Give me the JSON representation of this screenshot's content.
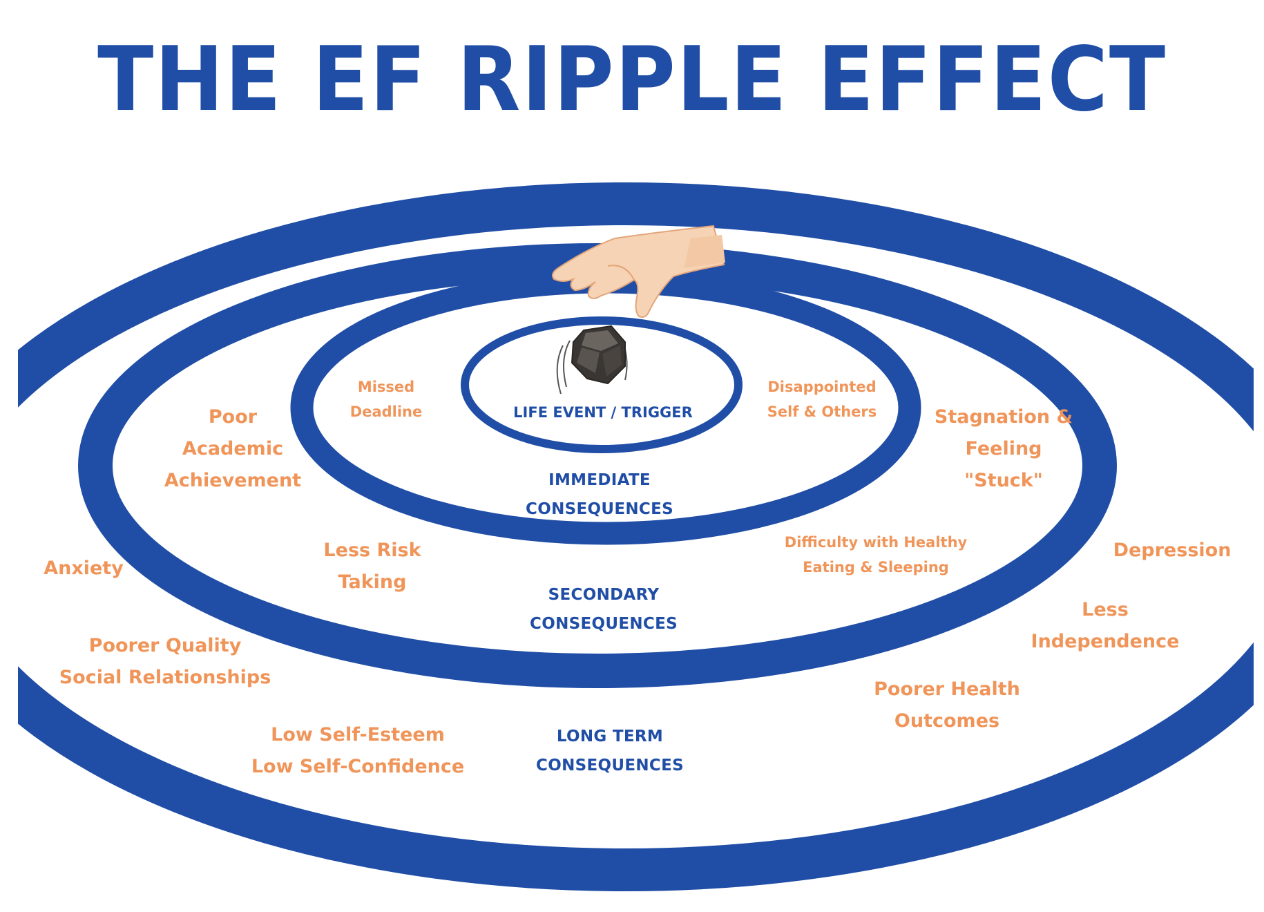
{
  "title": "THE EF RIPPLE EFFECT",
  "colors": {
    "ring_blue": "#204ea6",
    "label_orange": "#f0955a",
    "background": "#ffffff"
  },
  "illustration": {
    "hand": "hand-dropping-stone",
    "stone": "falling-stone"
  },
  "rings": [
    {
      "name": "trigger",
      "label": "LIFE EVENT / TRIGGER"
    },
    {
      "name": "immediate",
      "label": "IMMEDIATE\nCONSEQUENCES",
      "items": [
        "Missed\nDeadline",
        "Disappointed\nSelf & Others"
      ]
    },
    {
      "name": "secondary",
      "label": "SECONDARY\nCONSEQUENCES",
      "items": [
        "Poor\nAcademic\nAchievement",
        "Stagnation &\nFeeling\n\"Stuck\"",
        "Less Risk\nTaking",
        "Difficulty with Healthy\nEating & Sleeping"
      ]
    },
    {
      "name": "long-term",
      "label": "LONG TERM\nCONSEQUENCES",
      "items": [
        "Anxiety",
        "Depression",
        "Poorer Quality\nSocial Relationships",
        "Less\nIndependence",
        "Poorer Health\nOutcomes",
        "Low Self-Esteem\nLow Self-Confidence"
      ]
    }
  ]
}
